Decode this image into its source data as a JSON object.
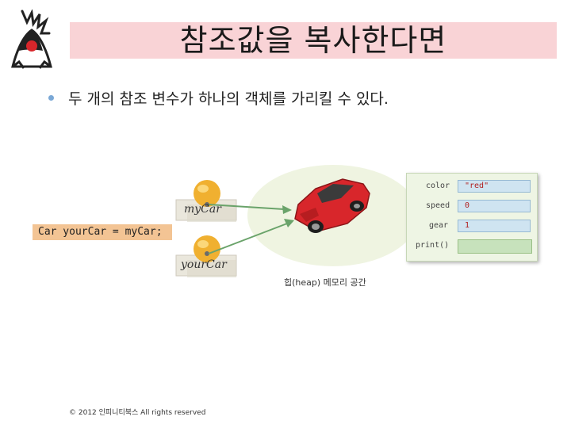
{
  "slide": {
    "title": "참조값을 복사한다면",
    "bullet": "두 개의 참조 변수가 하나의 객체를 가리킬 수 있다.",
    "code": "Car yourCar = myCar;",
    "footer": "© 2012 인피니티북스  All rights reserved"
  },
  "diagram": {
    "variables": [
      "myCar",
      "yourCar"
    ],
    "heap_label": "힙(heap) 메모리 공간",
    "object": {
      "fields": [
        {
          "name": "color",
          "value": "\"red\""
        },
        {
          "name": "speed",
          "value": "0"
        },
        {
          "name": "gear",
          "value": "1"
        }
      ],
      "method": "print()"
    }
  },
  "colors": {
    "title_band": "#f9d3d6",
    "code_band": "#f3c494",
    "car": "#d8262b",
    "ball": "#f0b030",
    "field_box": "#cfe4f1",
    "object_panel": "#eef5e4"
  }
}
